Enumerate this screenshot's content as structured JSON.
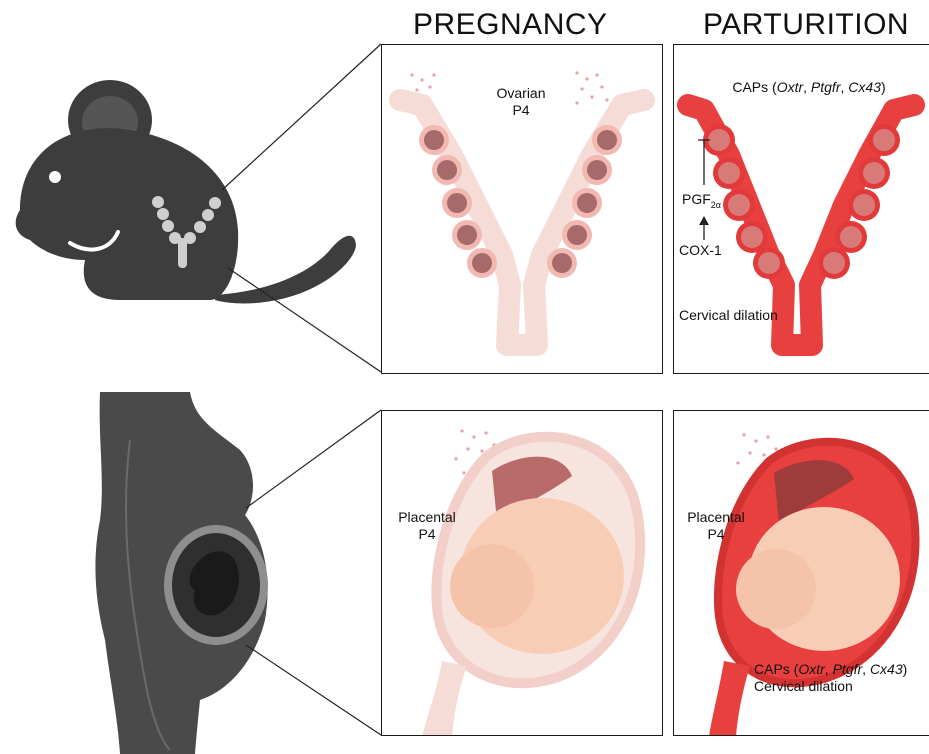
{
  "headings": {
    "pregnancy": "PREGNANCY",
    "parturition": "PARTURITION"
  },
  "mouse_pregnancy": {
    "label_line1": "Ovarian",
    "label_line2": "P4"
  },
  "mouse_parturition": {
    "caps_prefix": "CAPs (",
    "caps_genes": [
      "Oxtr",
      "Ptgfr",
      "Cx43"
    ],
    "caps_suffix": ")",
    "pgf_main": "PGF",
    "pgf_sub": "2α",
    "cox": "COX-1",
    "cervical": "Cervical dilation"
  },
  "human_pregnancy": {
    "label_line1": "Placental",
    "label_line2": "P4"
  },
  "human_parturition": {
    "label_line1": "Placental",
    "label_line2": "P4",
    "caps_prefix": "CAPs (",
    "caps_genes": [
      "Oxtr",
      "Ptgfr",
      "Cx43"
    ],
    "caps_suffix": ")",
    "cervical": "Cervical dilation"
  },
  "colors": {
    "silhouette": "#3d3d3d",
    "pale_uterus": "#f6dcd6",
    "red_uterus": "#e8403f",
    "fetus": "#f7cdb5",
    "panel_border": "#1a1a1a"
  }
}
